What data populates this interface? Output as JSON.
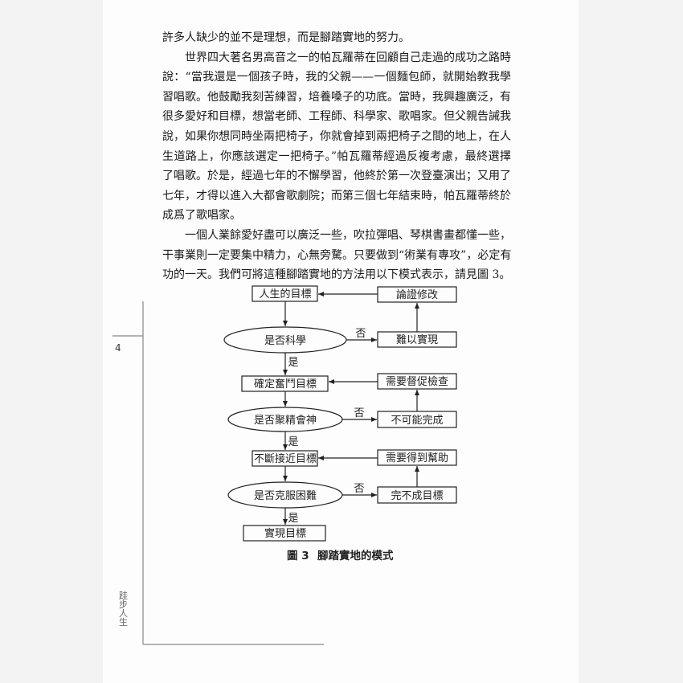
{
  "text": {
    "lines": [
      {
        "text": "許多人缺少的並不是理想，而是腳踏實地的努力。",
        "indent": false,
        "last": true
      },
      {
        "text": "世界四大著名男高音之一的帕瓦羅蒂在回顧自己走過的成功之路時",
        "indent": true,
        "last": false
      },
      {
        "text": "說：“當我還是一個孩子時，我的父親——一個麵包師，就開始教我學",
        "indent": false,
        "last": false
      },
      {
        "text": "習唱歌。他鼓勵我刻苦練習，培養嗓子的功底。當時，我興趣廣泛，有",
        "indent": false,
        "last": false
      },
      {
        "text": "很多愛好和目標，想當老師、工程師、科學家、歌唱家。但父親告誡我",
        "indent": false,
        "last": false
      },
      {
        "text": "說，如果你想同時坐兩把椅子，你就會掉到兩把椅子之間的地上，在人",
        "indent": false,
        "last": false
      },
      {
        "text": "生道路上，你應該選定一把椅子。”帕瓦羅蒂經過反複考慮，最終選擇",
        "indent": false,
        "last": false
      },
      {
        "text": "了唱歌。於是，經過七年的不懈學習，他終於第一次登臺演出；又用了",
        "indent": false,
        "last": false
      },
      {
        "text": "七年，才得以進入大都會歌劇院；而第三個七年結束時，帕瓦羅蒂終於",
        "indent": false,
        "last": false
      },
      {
        "text": "成爲了歌唱家。",
        "indent": false,
        "last": true
      },
      {
        "text": "一個人業餘愛好盡可以廣泛一些，吹拉彈唱、琴棋書畫都懂一些，但",
        "indent": true,
        "last": false
      },
      {
        "text": "干事業則一定要集中精力，心無旁騖。只要做到“術業有專攻”，必定有成",
        "indent": false,
        "last": false
      },
      {
        "text": "功的一天。我們可將這種腳踏實地的方法用以下模式表示，請見圖 3。",
        "indent": false,
        "last": true
      }
    ]
  },
  "flowchart": {
    "main": [
      "人生的目標",
      "是否科學",
      "確定奮鬥目標",
      "是否聚精會神",
      "不斷接近目標",
      "是否克服困難",
      "實現目標"
    ],
    "side": [
      "論證修改",
      "難以實現",
      "需要督促檢查",
      "不可能完成",
      "需要得到幫助",
      "完不成目標"
    ],
    "yes_label": "是",
    "no_label": "否",
    "caption_number": "圖 3",
    "caption_title": "腳踏實地的模式"
  },
  "page_number": "4",
  "running_head": "跬步人生"
}
